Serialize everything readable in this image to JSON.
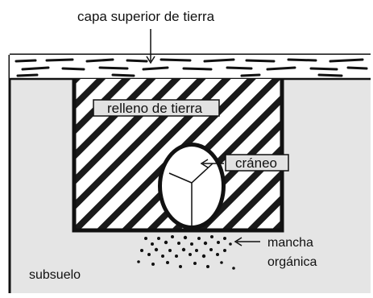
{
  "labels": {
    "topsoil": "capa superior de tierra",
    "fill": "relleno de tierra",
    "skull": "cráneo",
    "stain_line1": "mancha",
    "stain_line2": "orgánica",
    "subsoil": "subsuelo"
  },
  "colors": {
    "subsoil": "#e5e5e5",
    "fill_background": "#ffffff",
    "hatch": "#1a1a1a",
    "outline": "#111111",
    "label_box": "#e2e2e2"
  }
}
